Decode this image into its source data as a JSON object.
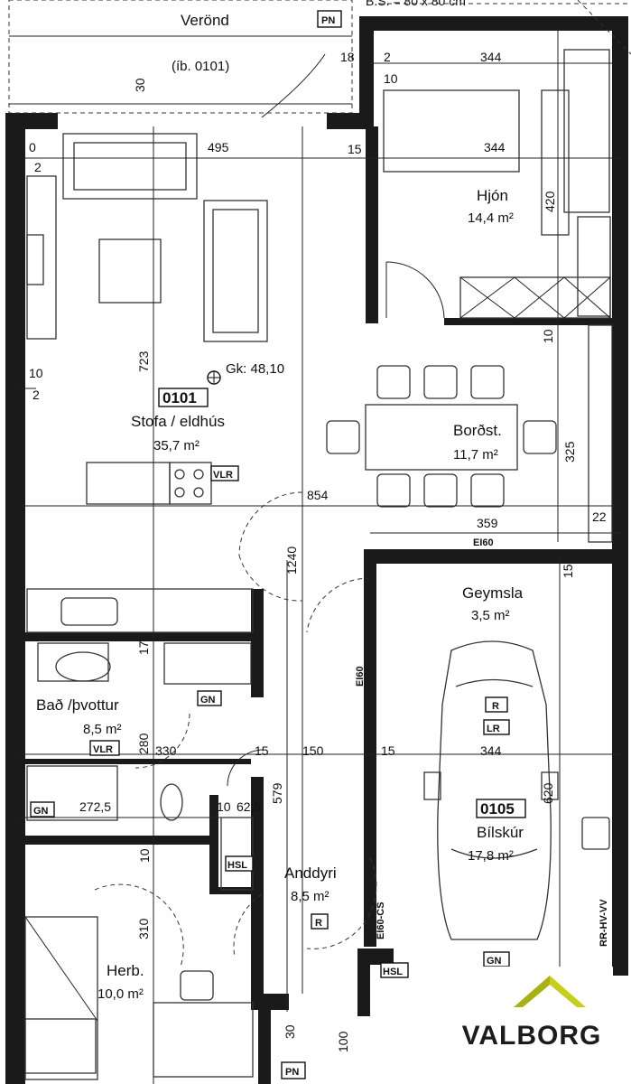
{
  "top_scale": "B.S. = 80 x 80 cm",
  "terrace": {
    "name": "Verönd",
    "ref": "(íb. 0101)"
  },
  "rooms": {
    "hjon": {
      "name": "Hjón",
      "area": "14,4 m²"
    },
    "stofa": {
      "code": "0101",
      "name": "Stofa / eldhús",
      "area": "35,7 m²"
    },
    "bordst": {
      "name": "Borðst.",
      "area": "11,7 m²"
    },
    "geymsla": {
      "name": "Geymsla",
      "area": "3,5 m²"
    },
    "bad": {
      "name": "Bað /þvottur",
      "area": "8,5 m²"
    },
    "bilskur": {
      "code": "0105",
      "name": "Bílskúr",
      "area": "17,8 m²"
    },
    "anddyri": {
      "name": "Anddyri",
      "area": "8,5 m²"
    },
    "herb": {
      "name": "Herb.",
      "area": "10,0 m²"
    }
  },
  "level": "Gk: 48,10",
  "tags": {
    "pn": "PN",
    "vlr": "VLR",
    "gn": "GN",
    "hsl": "HSL",
    "r": "R",
    "lr": "LR",
    "rr_hv_vv": "RR-HV-VV"
  },
  "fire": {
    "ei60": "EI60",
    "ei60cs": "EI60-CS"
  },
  "dims": {
    "d18": "18",
    "d2": "2",
    "d10": "10",
    "d344": "344",
    "d30": "30",
    "d0": "0",
    "d495": "495",
    "d15": "15",
    "d420": "420",
    "d723": "723",
    "d325": "325",
    "d854": "854",
    "d359": "359",
    "d22": "22",
    "d1240": "1240",
    "d17": "17",
    "d280": "280",
    "d330": "330",
    "d150": "150",
    "d579": "579",
    "d272_5": "272,5",
    "d62_5": "62,5",
    "d620": "620",
    "d310": "310",
    "d100": "100"
  },
  "logo": {
    "text": "VALBORG",
    "color": "#c5cf1c"
  }
}
